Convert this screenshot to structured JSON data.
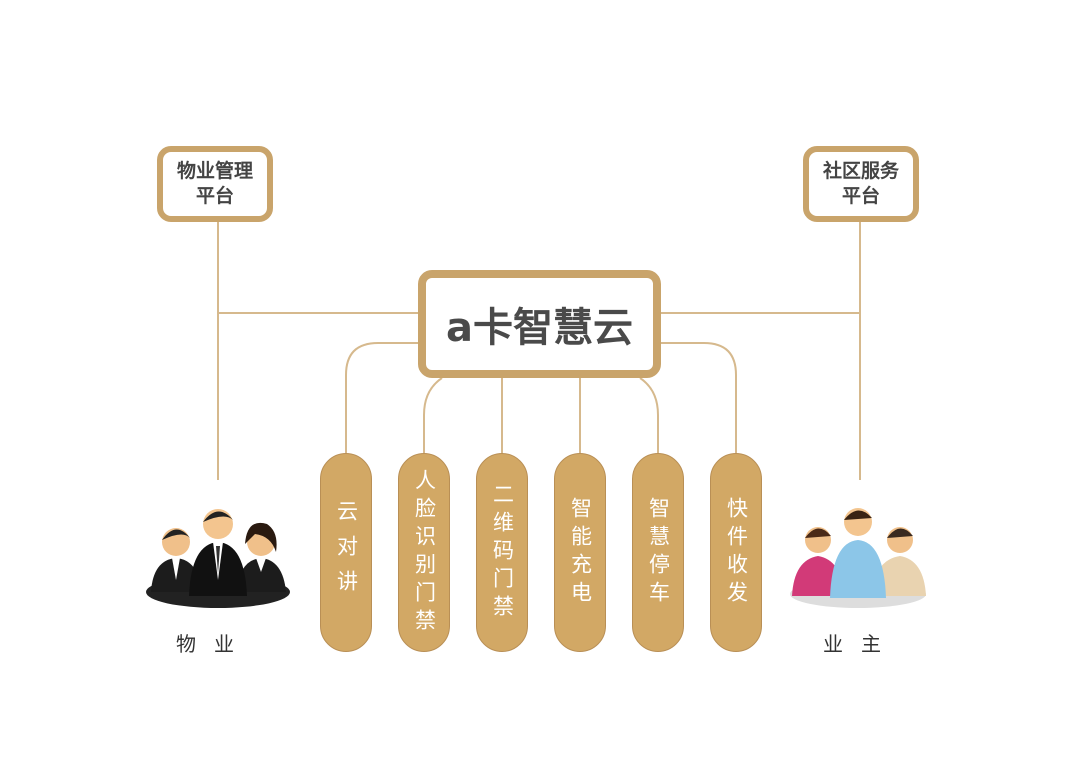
{
  "center": {
    "title": "a卡智慧云"
  },
  "left_platform": {
    "line1": "物业管理",
    "line2": "平台"
  },
  "right_platform": {
    "line1": "社区服务",
    "line2": "平台"
  },
  "services": [
    {
      "label": "云对讲"
    },
    {
      "label": "人脸识别门禁"
    },
    {
      "label": "二维码门禁"
    },
    {
      "label": "智能充电"
    },
    {
      "label": "智慧停车"
    },
    {
      "label": "快件收发"
    }
  ],
  "actors": {
    "left": "物业",
    "right": "业主"
  },
  "colors": {
    "gold": "#c9a46b",
    "pill": "#d2a865"
  }
}
